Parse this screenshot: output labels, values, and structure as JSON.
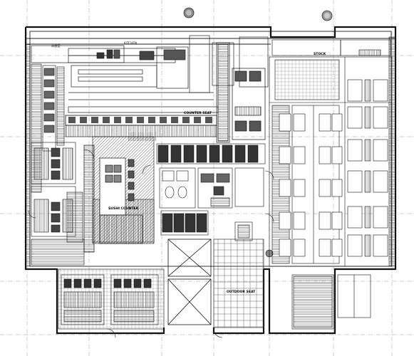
{
  "labels": {
    "kitchen": "KITCHEN",
    "counter_seat": "COUNTER SEAT",
    "stock": "STOCK",
    "sushi_counter": "SUSHI COUNTER",
    "outdoor_seat": "OUTDOOR SEAT",
    "top_left_room": "休憩室"
  },
  "colors": {
    "line": "#1a1a1a",
    "hatch": "#555555",
    "dark_fill": "#2b2b2b",
    "mid_fill": "#777777",
    "paper": "#ffffff",
    "grid": "#9a9a9a"
  }
}
